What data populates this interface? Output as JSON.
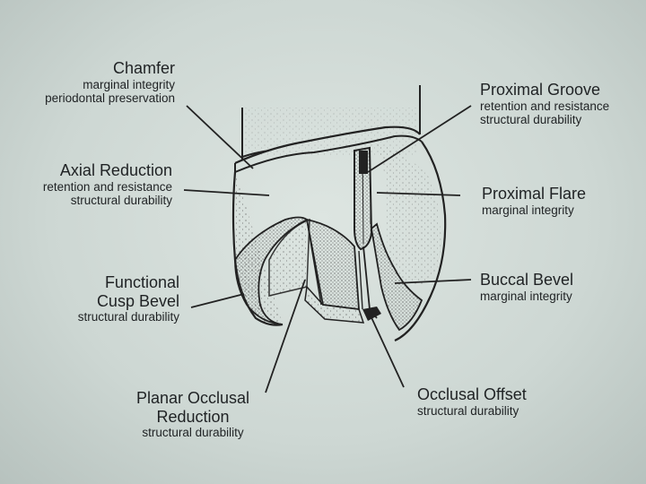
{
  "labels": {
    "chamfer": {
      "title": "Chamfer",
      "notes": [
        "marginal integrity",
        "periodontal preservation"
      ]
    },
    "axial_reduction": {
      "title": "Axial Reduction",
      "notes": [
        "retention and resistance",
        "structural durability"
      ]
    },
    "functional_cusp_bevel": {
      "title_lines": [
        "Functional",
        "Cusp Bevel"
      ],
      "notes": [
        "structural durability"
      ]
    },
    "planar_occlusal_reduction": {
      "title_lines": [
        "Planar Occlusal",
        "Reduction"
      ],
      "notes": [
        "structural durability"
      ]
    },
    "proximal_groove": {
      "title": "Proximal Groove",
      "notes": [
        "retention and resistance",
        "structural durability"
      ]
    },
    "proximal_flare": {
      "title": "Proximal Flare",
      "notes": [
        "marginal integrity"
      ]
    },
    "buccal_bevel": {
      "title": "Buccal Bevel",
      "notes": [
        "marginal integrity"
      ]
    },
    "occlusal_offset": {
      "title": "Occlusal Offset",
      "notes": [
        "structural durability"
      ]
    }
  },
  "colors": {
    "background": "#cdd7d3",
    "ink": "#1f2224"
  }
}
